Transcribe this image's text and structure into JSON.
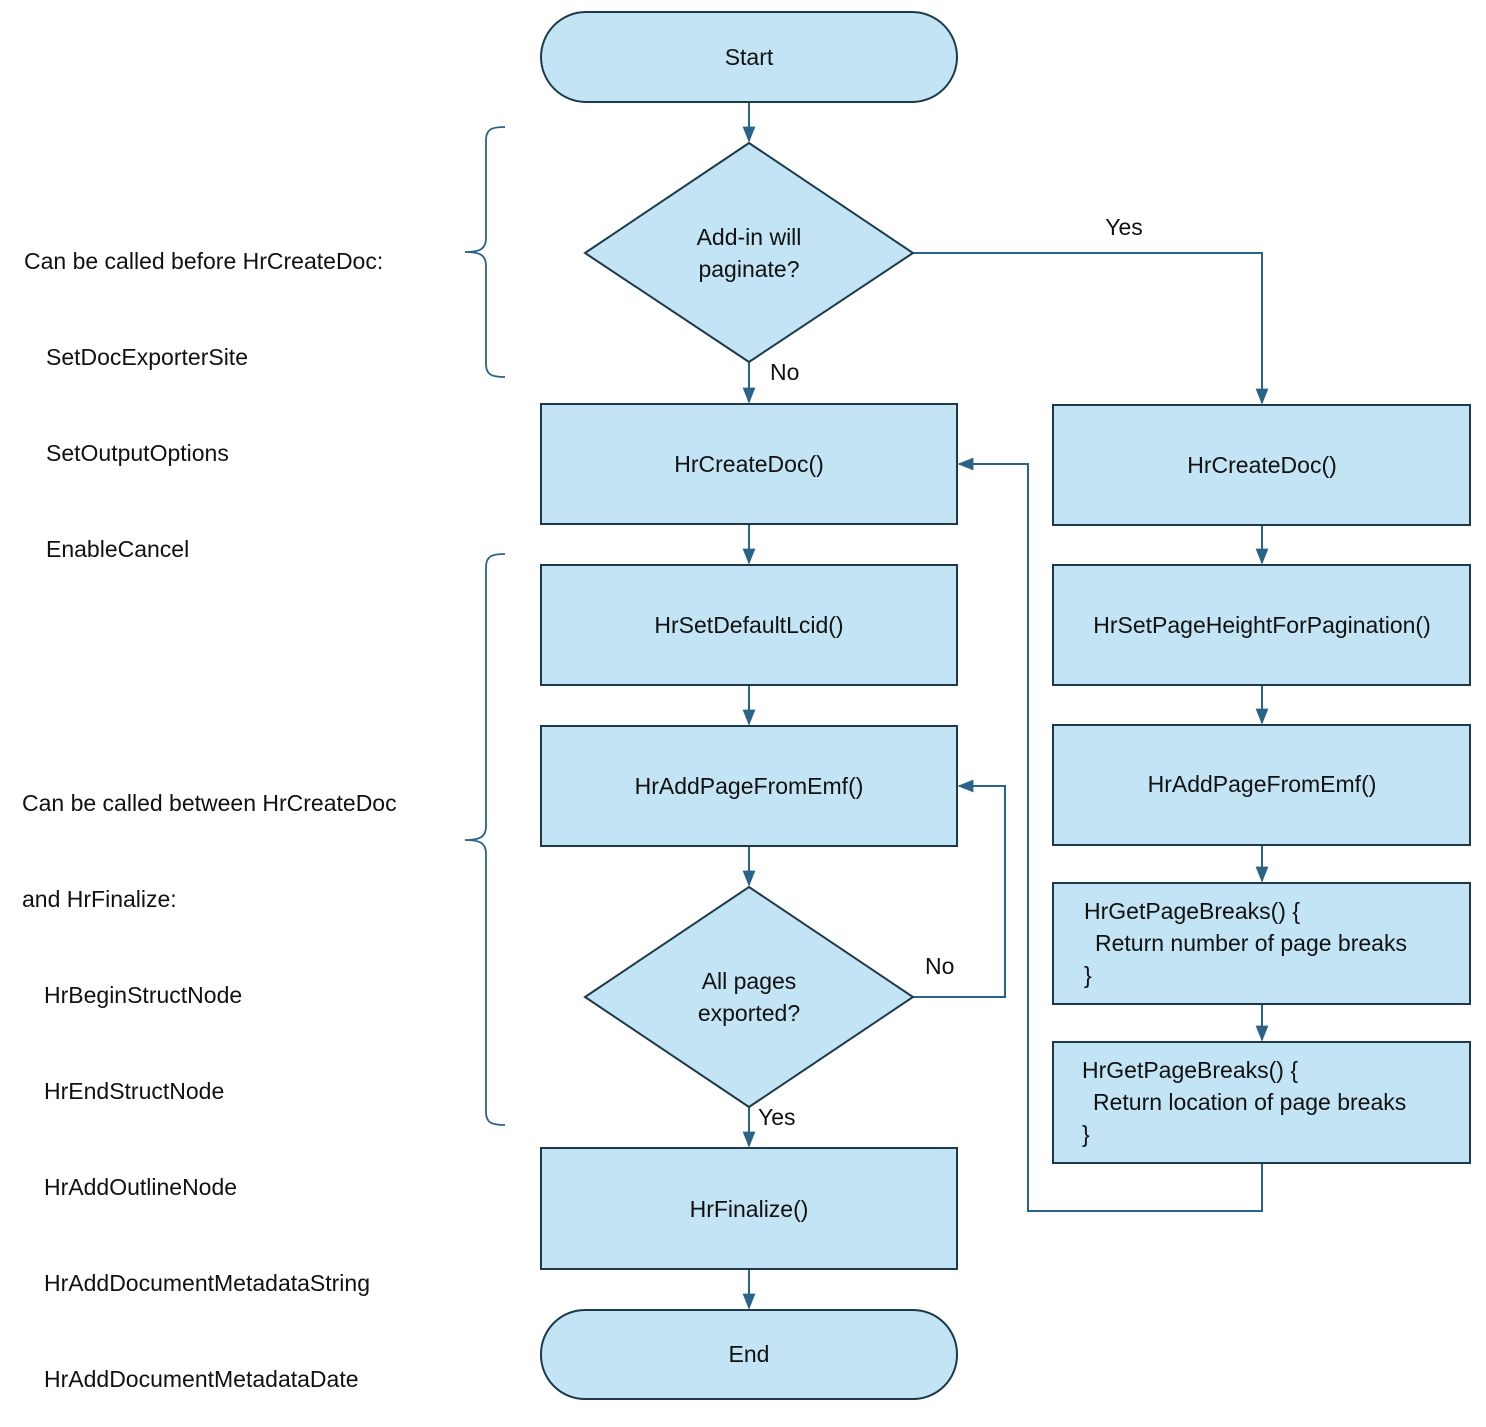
{
  "flow": {
    "start": "Start",
    "decision_paginate": [
      "Add-in will",
      "paginate?"
    ],
    "label_yes_paginate": "Yes",
    "label_no_paginate": "No",
    "left": {
      "create_doc": "HrCreateDoc()",
      "set_default_lcid": "HrSetDefaultLcid()",
      "add_page_from_emf": "HrAddPageFromEmf()",
      "decision_all_pages": [
        "All pages",
        "exported?"
      ],
      "label_no_pages": "No",
      "label_yes_pages": "Yes",
      "finalize": "HrFinalize()",
      "end": "End"
    },
    "right": {
      "create_doc": "HrCreateDoc()",
      "set_page_height": "HrSetPageHeightForPagination()",
      "add_page_from_emf": "HrAddPageFromEmf()",
      "get_page_breaks_count": [
        "HrGetPageBreaks() {",
        "Return number of page breaks",
        "}"
      ],
      "get_page_breaks_location": [
        "HrGetPageBreaks() {",
        "Return location of page breaks",
        "}"
      ]
    }
  },
  "notes": {
    "before_create": {
      "heading": "Can be called before HrCreateDoc:",
      "items": [
        "SetDocExporterSite",
        "SetOutputOptions",
        "EnableCancel"
      ]
    },
    "between": {
      "heading_line1": "Can be called between HrCreateDoc",
      "heading_line2": "and HrFinalize:",
      "items": [
        "HrBeginStructNode",
        "HrEndStructNode",
        "HrAddOutlineNode",
        "HrAddDocumentMetadataString",
        "HrAddDocumentMetadataDate"
      ]
    }
  },
  "colors": {
    "node_fill": "#c2e4f4",
    "node_stroke": "#1c3a4a",
    "connector": "#2a6388"
  }
}
